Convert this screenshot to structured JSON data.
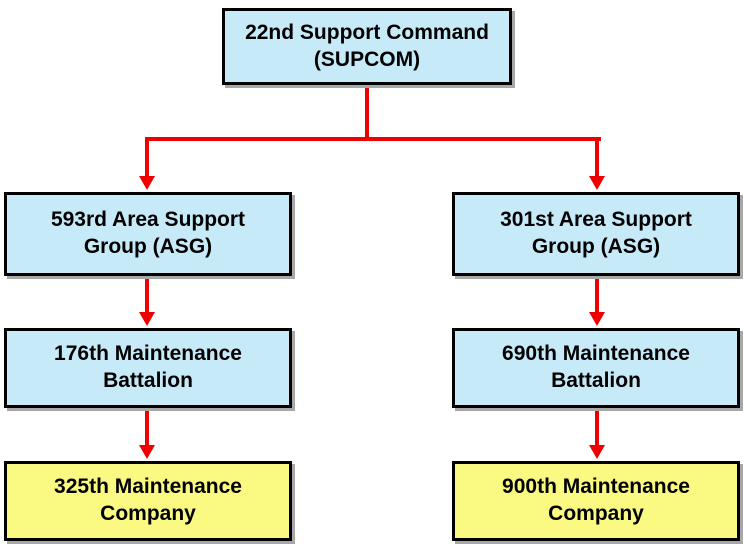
{
  "diagram": {
    "type": "org-chart",
    "subject": "military support command hierarchy",
    "colors": {
      "node_fill_blue": "#C7EAF9",
      "node_fill_yellow": "#FAFA82",
      "node_border": "#000000",
      "node_shadow": "#A8A8A8",
      "connector_red": "#EE0000",
      "text": "#000000",
      "background": "#FFFFFF"
    },
    "nodes": [
      {
        "id": "supcom",
        "label": "22nd Support Command\n(SUPCOM)",
        "fill": "blue",
        "level": 1
      },
      {
        "id": "asg-593",
        "label": "593rd Area Support\nGroup (ASG)",
        "fill": "blue",
        "level": 2
      },
      {
        "id": "asg-301",
        "label": "301st Area Support\nGroup (ASG)",
        "fill": "blue",
        "level": 2
      },
      {
        "id": "bn-176",
        "label": "176th Maintenance\nBattalion",
        "fill": "blue",
        "level": 3
      },
      {
        "id": "bn-690",
        "label": "690th Maintenance\nBattalion",
        "fill": "blue",
        "level": 3
      },
      {
        "id": "co-325",
        "label": "325th Maintenance\nCompany",
        "fill": "yellow",
        "level": 4
      },
      {
        "id": "co-900",
        "label": "900th Maintenance\nCompany",
        "fill": "yellow",
        "level": 4
      }
    ],
    "edges": [
      {
        "from": "22nd Support Command (SUPCOM)",
        "to": "593rd Area Support Group (ASG)"
      },
      {
        "from": "22nd Support Command (SUPCOM)",
        "to": "301st Area Support Group (ASG)"
      },
      {
        "from": "593rd Area Support Group (ASG)",
        "to": "176th Maintenance Battalion"
      },
      {
        "from": "301st Area Support Group (ASG)",
        "to": "690th Maintenance Battalion"
      },
      {
        "from": "176th Maintenance Battalion",
        "to": "325th Maintenance Company"
      },
      {
        "from": "690th Maintenance Battalion",
        "to": "900th Maintenance Company"
      }
    ]
  }
}
